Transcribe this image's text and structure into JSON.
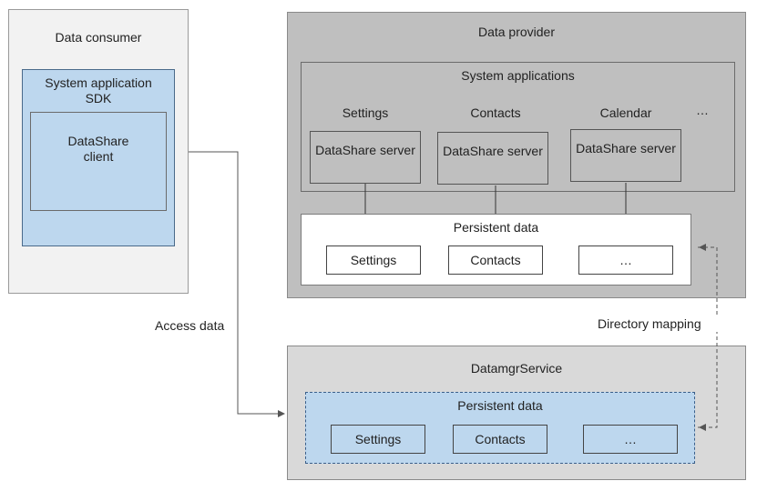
{
  "consumer": {
    "title": "Data consumer",
    "sdk_label": "System application SDK",
    "client_label": "DataShare client"
  },
  "provider": {
    "title": "Data provider",
    "system_apps_label": "System applications",
    "apps": [
      "Settings",
      "Contacts",
      "Calendar"
    ],
    "more_apps": "…",
    "server_label": "DataShare server",
    "persistent_label": "Persistent data",
    "persistent_items": [
      "Settings",
      "Contacts",
      "…"
    ]
  },
  "datamgr": {
    "title": "DatamgrService",
    "persistent_label": "Persistent data",
    "persistent_items": [
      "Settings",
      "Contacts",
      "…"
    ]
  },
  "edges": {
    "access_data": "Access data",
    "directory_mapping": "Directory mapping"
  },
  "colors": {
    "consumer_bg": "#f2f2f2",
    "sdk_bg": "#bdd7ee",
    "provider_bg": "#bfbfbf",
    "datamgr_bg": "#d9d9d9"
  }
}
